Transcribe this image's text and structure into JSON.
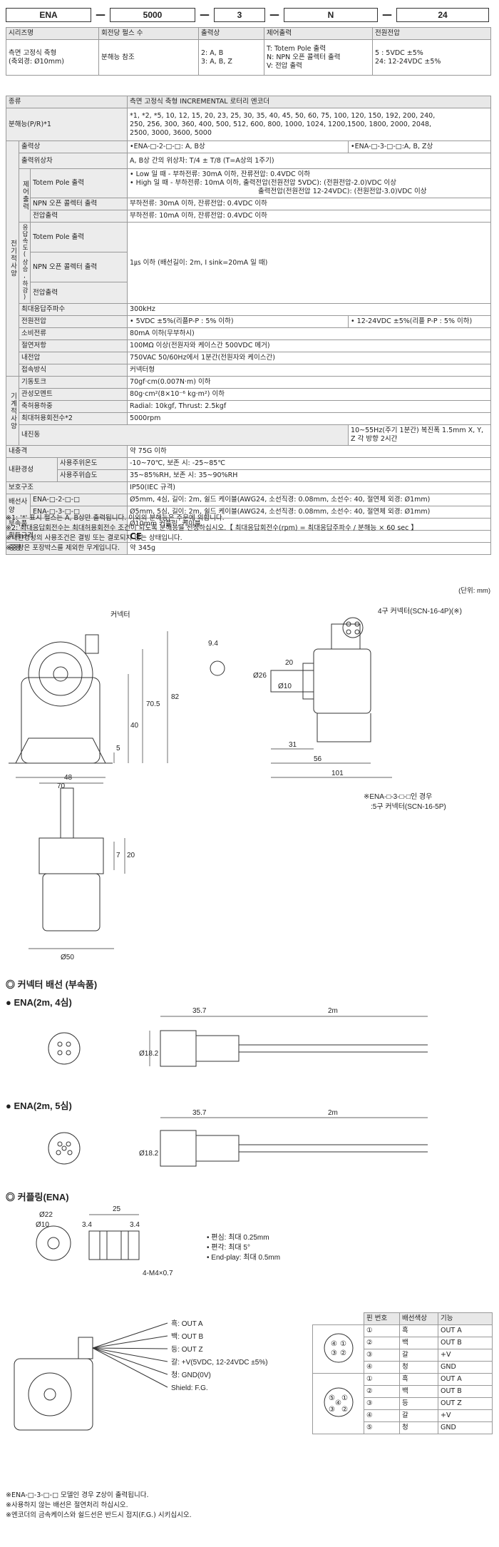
{
  "order_code": [
    "ENA",
    "5000",
    "3",
    "N",
    "24"
  ],
  "order_table": {
    "headers": [
      "시리즈명",
      "회전당 펄스 수",
      "출력상",
      "제어출력",
      "전원전압"
    ],
    "series": [
      "측면 고정식 축형",
      "(축외경: Ø10mm)"
    ],
    "pulse": "분해능 참조",
    "phase": [
      "2: A, B",
      "3: A, B, Z"
    ],
    "control": [
      "T: Totem Pole 출력",
      "N: NPN 오픈 콜렉터 출력",
      "V: 전압 출력"
    ],
    "power": [
      "5 : 5VDC ±5%",
      "24: 12-24VDC ±5%"
    ]
  },
  "spec": {
    "type_label": "종류",
    "type_value": "측면 고정식 축형 INCREMENTAL 로터리 엔코더",
    "res_label": "분해능(P/R)*1",
    "res_value": [
      "*1, *2, *5, 10, 12, 15, 20, 23, 25, 30, 35, 40, 45, 50, 60, 75, 100, 120, 150, 192, 200, 240,",
      "250, 256,  300, 360, 400, 500, 512, 600, 800, 1000, 1024, 1200,1500, 1800, 2000, 2048,",
      "2500, 3000, 3600, 5000"
    ],
    "elec_group": "전기적사양",
    "out_phase_label": "출력상",
    "out_phase_a": "•ENA-□-2-□-□: A, B상",
    "out_phase_b": "•ENA-□-3-□-□:A, B, Z상",
    "out_diff_label": "출력위상차",
    "out_diff_value": "A, B상 간의 위상차: T/4 ± T/8 (T=A상의 1주기)",
    "ctrl_label": "제어출력",
    "totem_label": "Totem Pole 출력",
    "totem_values": [
      "• Low 일 때 - 부하전류: 30mA 이하, 잔류전압: 0.4VDC 이하",
      "• High 일 때 - 부하전류: 10mA 이하, 출력전압(전원전압 5VDC): (전원전압-2.0)VDC 이상",
      "출력전압(전원전압 12-24VDC): (전원전압-3.0)VDC 이상"
    ],
    "npn_label": "NPN 오픈 콜렉터 출력",
    "npn_value": "부하전류: 30mA 이하, 잔류전압: 0.4VDC 이하",
    "volt_label": "전압출력",
    "volt_value": "부하전류: 10mA 이하, 잔류전압: 0.4VDC 이하",
    "speed_group": "응답속도(상승,하강)",
    "speed_rows": [
      "Totem Pole 출력",
      "NPN 오픈 콜렉터 출력",
      "전압출력"
    ],
    "speed_value": "1㎲ 이하 (배선길이: 2m, I sink=20mA 일 때)",
    "freq_label": "최대응답주파수",
    "freq_value": "300kHz",
    "pwr_label": "전원전압",
    "pwr_a": "• 5VDC ±5%(리플P-P : 5% 이하)",
    "pwr_b": "• 12-24VDC ±5%(리플 P-P : 5% 이하)",
    "cur_label": "소비전류",
    "cur_value": "80mA 이하(무부하시)",
    "ins_label": "절연저항",
    "ins_value": "100MΩ 이상(전원자와 케이스간 500VDC 메거)",
    "die_label": "내전압",
    "die_value": "750VAC 50/60Hz에서 1분간(전원자와 케이스간)",
    "conn_label": "접속방식",
    "conn_value": "커넥터형",
    "mech_group": "기계적사양",
    "torque_label": "기동토크",
    "torque_value": "70gf·cm(0.007N·m) 이하",
    "inertia_label": "관성모멘트",
    "inertia_value": "80g·cm²(8×10⁻⁶ kg·m²) 이하",
    "load_label": "축허용하중",
    "load_value": "Radial: 10kgf, Thrust: 2.5kgf",
    "rpm_label": "최대허용회전수*2",
    "rpm_value": "5000rpm",
    "vib_label": "내진동",
    "vib_value": "10~55Hz(주기 1분간) 복진폭 1.5mm X, Y, Z 각 방향 2시간",
    "shock_label": "내충격",
    "shock_value": "약 75G 이하",
    "env_label": "내환경성",
    "temp_label": "사용주위온도",
    "temp_value": "-10~70℃, 보존 시: -25~85℃",
    "hum_label": "사용주위습도",
    "hum_value": "35~85%RH, 보존 시: 35~90%RH",
    "prot_label": "보호구조",
    "prot_value": "IP50(IEC 규격)",
    "wire_label": "배선사양",
    "wire_a_label": "ENA-□-2-□-□",
    "wire_a_value": "Ø5mm, 4심, 길이: 2m, 쉴드 케이블(AWG24, 소선직경: 0.08mm, 소선수: 40, 절연체 외경: Ø1mm)",
    "wire_b_label": "ENA-□-3-□-□",
    "wire_b_value": "Ø5mm, 5심, 길이: 2m, 쉴드 케이블(AWG24, 소선직경: 0.08mm, 소선수: 40, 절연체 외경: Ø1mm)",
    "acc_label": "부속품",
    "acc_value": "Ø10mm 커플링, 케이블",
    "cert_label": "획득규격",
    "cert_value": "CE",
    "weight_label": "중량",
    "weight_value": "약 345g"
  },
  "notes": [
    "※1: '*' 표시 펄스는 A, B상만 출력됩니다. 이외의 분해능은 주문에 의합니다.",
    "※2: 최대응답회전수는 최대허용회전수 조건이 되도록 분해능을 선정하십시오.【 최대응답회전수(rpm) = 최대응답주파수 / 분해능 × 60 sec 】",
    "※내환경성의 사용조건은 결빙 또는 결로되지 않는 상태입니다.",
    "※중량은 포장박스를 제외한 무게입니다."
  ],
  "unit_label": "(단위: mm)",
  "dims": {
    "connector_label": "커넥터",
    "connector4": "4구 커넥터(SCN-16-4P)(※)",
    "connector5_note": [
      "※ENA-□-3-□-□인 경우",
      ":5구 커넥터(SCN-16-5P)"
    ],
    "values": [
      "9.4",
      "82",
      "70.5",
      "40",
      "5",
      "70",
      "20",
      "Ø26",
      "Ø10",
      "31",
      "56",
      "101",
      "48",
      "7",
      "20",
      "Ø50"
    ]
  },
  "cable_section": {
    "title": "◎ 커넥터 배선 (부속품)",
    "ena4": "● ENA(2m, 4심)",
    "ena5": "● ENA(2m, 5심)",
    "len1": "35.7",
    "len2": "2m",
    "dia": "Ø18.2"
  },
  "coupling_section": {
    "title": "◎ 커플링(ENA)",
    "d22": "Ø22",
    "d10": "Ø10",
    "w25": "25",
    "w34a": "3.4",
    "w34b": "3.4",
    "screw": "4-M4×0.7",
    "specs": [
      "• 편심: 최대 0.25mm",
      "• 편각: 최대 5°",
      "• End-play: 최대 0.5mm"
    ]
  },
  "wiring": {
    "labels": [
      "흑: OUT A",
      "백: OUT B",
      "등: OUT Z",
      "갈: +V(5VDC, 12-24VDC ±5%)",
      "청: GND(0V)",
      "Shield: F.G."
    ],
    "headers": [
      "핀 번호",
      "배선색상",
      "기능"
    ],
    "rows4": [
      [
        "①",
        "흑",
        "OUT A"
      ],
      [
        "②",
        "백",
        "OUT B"
      ],
      [
        "③",
        "갈",
        "+V"
      ],
      [
        "④",
        "청",
        "GND"
      ]
    ],
    "rows5": [
      [
        "①",
        "흑",
        "OUT A"
      ],
      [
        "②",
        "백",
        "OUT B"
      ],
      [
        "③",
        "등",
        "OUT Z"
      ],
      [
        "④",
        "갈",
        "+V"
      ],
      [
        "⑤",
        "청",
        "GND"
      ]
    ]
  },
  "footer": [
    "※ENA-□-3-□-□ 모델인 경우 Z상이 출력됩니다.",
    "※사용하지 않는 배선은 절연처리 하십시오.",
    "※엔코더의 금속케이스와 쉴드선은 반드시 접지(F.G.) 시키십시오."
  ]
}
